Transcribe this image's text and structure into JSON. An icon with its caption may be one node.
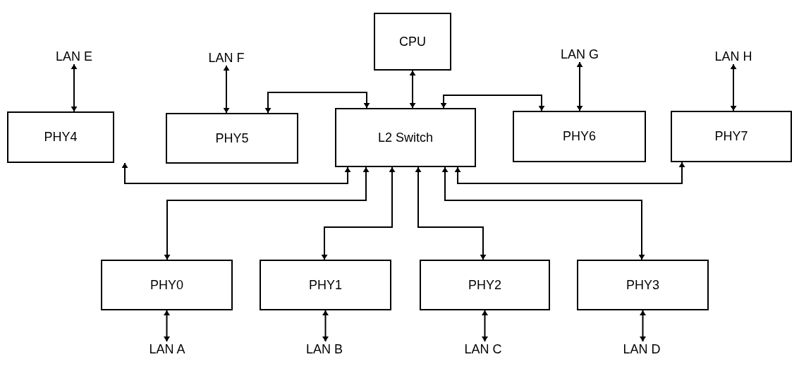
{
  "diagram": {
    "nodes": [
      {
        "text": [
          "CPU"
        ]
      },
      {
        "text": [
          "LAN E"
        ]
      },
      {
        "text": [
          "LAN F"
        ]
      },
      {
        "text": [
          "LAN G"
        ]
      },
      {
        "text": [
          "LAN H"
        ]
      },
      {
        "text": [
          "PHY4"
        ]
      },
      {
        "text": [
          "PHY5"
        ]
      },
      {
        "text": [
          "L2 Switch"
        ]
      },
      {
        "text": [
          "PHY6"
        ]
      },
      {
        "text": [
          "PHY7"
        ]
      },
      {
        "text": [
          "PHY0"
        ]
      },
      {
        "text": [
          "PHY1"
        ]
      },
      {
        "text": [
          "PHY2"
        ]
      },
      {
        "text": [
          "PHY3"
        ]
      },
      {
        "text": [
          "LAN A"
        ]
      },
      {
        "text": [
          "LAN B"
        ]
      },
      {
        "text": [
          "LAN C"
        ]
      },
      {
        "text": [
          "LAN D"
        ]
      }
    ],
    "edges": [
      {
        "from": 0,
        "to": 7,
        "arrow": "both"
      },
      {
        "from": 1,
        "to": 5,
        "arrow": "both"
      },
      {
        "from": 2,
        "to": 6,
        "arrow": "both"
      },
      {
        "from": 3,
        "to": 8,
        "arrow": "both"
      },
      {
        "from": 4,
        "to": 9,
        "arrow": "both"
      },
      {
        "from": 6,
        "to": 7,
        "arrow": "both"
      },
      {
        "from": 7,
        "to": 8,
        "arrow": "both"
      },
      {
        "from": 5,
        "to": 7,
        "arrow": "both"
      },
      {
        "from": 7,
        "to": 9,
        "arrow": "both"
      },
      {
        "from": 7,
        "to": 10,
        "arrow": "both"
      },
      {
        "from": 7,
        "to": 11,
        "arrow": "both"
      },
      {
        "from": 7,
        "to": 12,
        "arrow": "both"
      },
      {
        "from": 7,
        "to": 13,
        "arrow": "both"
      },
      {
        "from": 10,
        "to": 14,
        "arrow": "both"
      },
      {
        "from": 11,
        "to": 15,
        "arrow": "both"
      },
      {
        "from": 12,
        "to": 16,
        "arrow": "both"
      },
      {
        "from": 13,
        "to": 17,
        "arrow": "both"
      }
    ]
  }
}
